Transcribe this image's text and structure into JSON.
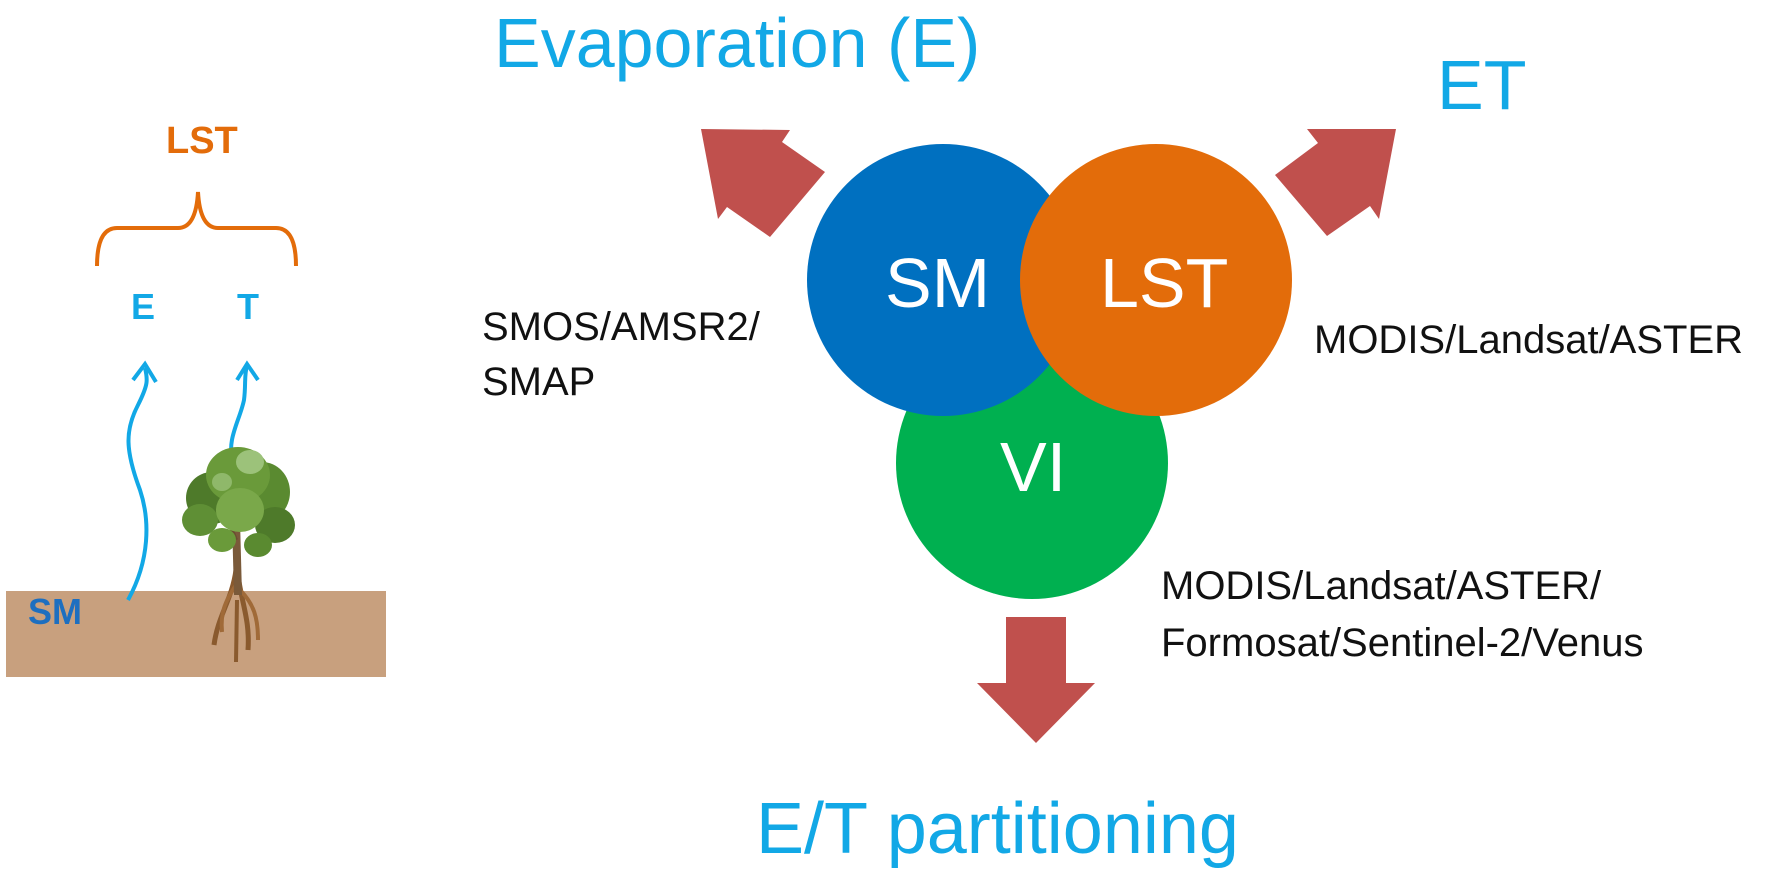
{
  "outputs": {
    "evaporation": "Evaporation (E)",
    "et": "ET",
    "partitioning": "E/T partitioning"
  },
  "circles": {
    "sm": "SM",
    "lst": "LST",
    "vi": "VI"
  },
  "sensors": {
    "sm_line1": "SMOS/AMSR2/",
    "sm_line2": "SMAP",
    "lst": "MODIS/Landsat/ASTER",
    "vi_line1": "MODIS/Landsat/ASTER/",
    "vi_line2": "Formosat/Sentinel-2/Venus"
  },
  "inset": {
    "lst_label": "LST",
    "e_label": "E",
    "t_label": "T",
    "sm_label": "SM",
    "tree_icon": "tree-icon"
  },
  "colors": {
    "title": "#12a8e6",
    "sm_circle": "#0070c0",
    "lst_circle": "#e36c0a",
    "vi_circle": "#00b050",
    "arrow": "#c0504d",
    "lst_text": "#e36c0a",
    "inset_arrow": "#12a8e6",
    "sm_text": "#1d6fc0",
    "soil": "#c8a07e"
  }
}
